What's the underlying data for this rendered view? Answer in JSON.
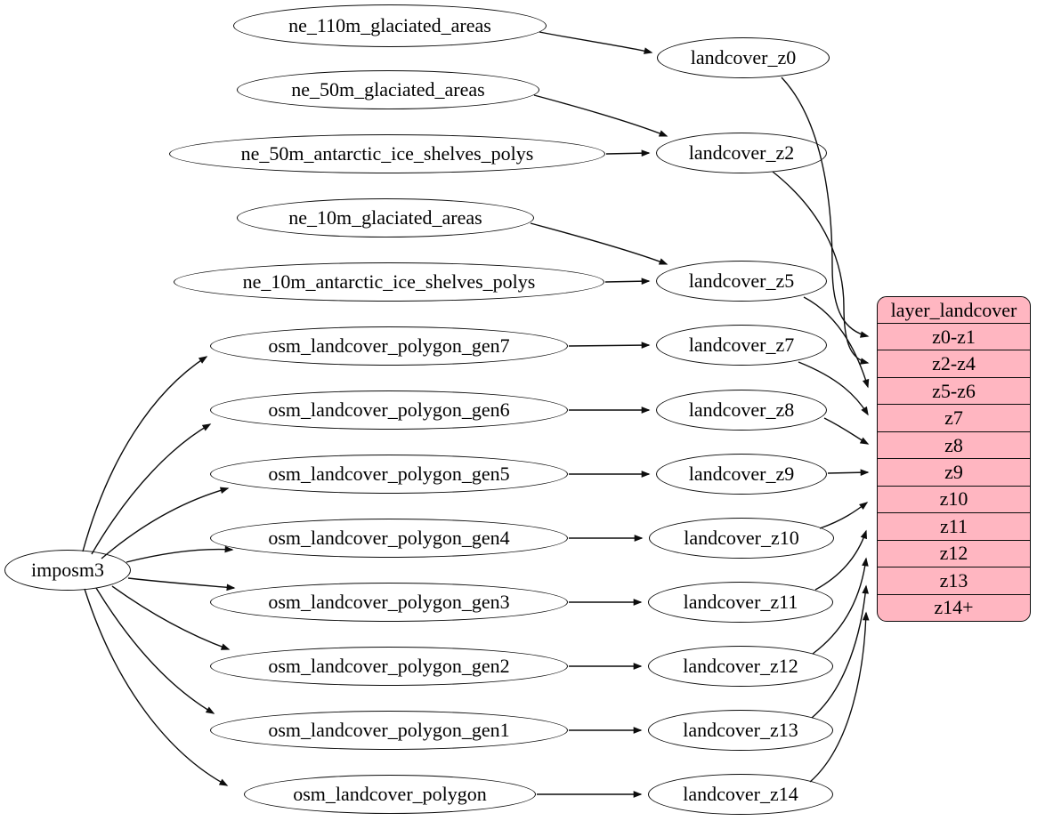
{
  "colors": {
    "background": "#ffffff",
    "node_fill": "#ffffff",
    "node_stroke": "#000000",
    "edge": "#000000",
    "record_fill": "#ffb6c1"
  },
  "nodes": {
    "imposm3": {
      "label": "imposm3"
    },
    "ne110": {
      "label": "ne_110m_glaciated_areas"
    },
    "ne50g": {
      "label": "ne_50m_glaciated_areas"
    },
    "ne50a": {
      "label": "ne_50m_antarctic_ice_shelves_polys"
    },
    "ne10g": {
      "label": "ne_10m_glaciated_areas"
    },
    "ne10a": {
      "label": "ne_10m_antarctic_ice_shelves_polys"
    },
    "gen7": {
      "label": "osm_landcover_polygon_gen7"
    },
    "gen6": {
      "label": "osm_landcover_polygon_gen6"
    },
    "gen5": {
      "label": "osm_landcover_polygon_gen5"
    },
    "gen4": {
      "label": "osm_landcover_polygon_gen4"
    },
    "gen3": {
      "label": "osm_landcover_polygon_gen3"
    },
    "gen2": {
      "label": "osm_landcover_polygon_gen2"
    },
    "gen1": {
      "label": "osm_landcover_polygon_gen1"
    },
    "poly": {
      "label": "osm_landcover_polygon"
    },
    "z0": {
      "label": "landcover_z0"
    },
    "z2": {
      "label": "landcover_z2"
    },
    "z5": {
      "label": "landcover_z5"
    },
    "z7": {
      "label": "landcover_z7"
    },
    "z8": {
      "label": "landcover_z8"
    },
    "z9": {
      "label": "landcover_z9"
    },
    "z10": {
      "label": "landcover_z10"
    },
    "z11": {
      "label": "landcover_z11"
    },
    "z12": {
      "label": "landcover_z12"
    },
    "z13": {
      "label": "landcover_z13"
    },
    "z14": {
      "label": "landcover_z14"
    }
  },
  "record": {
    "title": "layer_landcover",
    "rows": [
      "z0-z1",
      "z2-z4",
      "z5-z6",
      "z7",
      "z8",
      "z9",
      "z10",
      "z11",
      "z12",
      "z13",
      "z14+"
    ]
  }
}
